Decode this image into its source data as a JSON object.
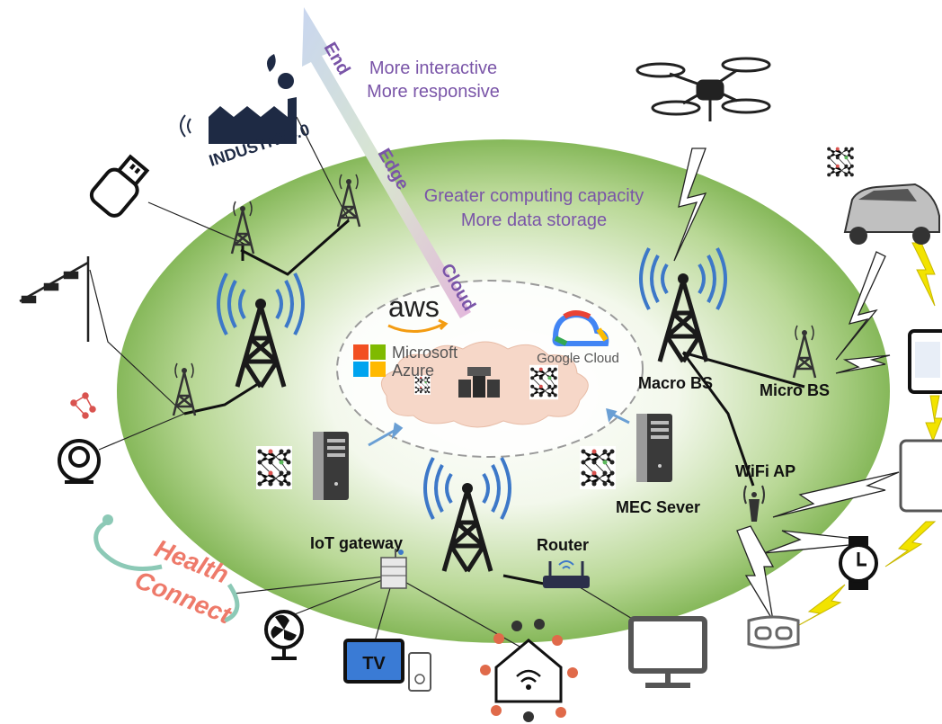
{
  "arrow_levels": {
    "end": "End",
    "edge": "Edge",
    "cloud": "Cloud"
  },
  "benefits": {
    "end_line1": "More interactive",
    "end_line2": "More responsive",
    "cloud_line1": "Greater computing capacity",
    "cloud_line2": "More data storage"
  },
  "providers": {
    "aws": "aws",
    "azure_line1": "Microsoft",
    "azure_line2": "Azure",
    "google": "Google Cloud"
  },
  "labels": {
    "macro_bs": "Macro BS",
    "micro_bs": "Micro BS",
    "wifi_ap": "WiFi AP",
    "mec_server": "MEC Sever",
    "iot_gateway": "IoT gateway",
    "router": "Router"
  },
  "devices": {
    "industry": "INDUSTRY4.0",
    "tv": "TV",
    "health_line1": "Health",
    "health_line2": "Connect"
  },
  "colors": {
    "ellipse_center": "#ffffff",
    "ellipse_edge": "#86b85a",
    "arrow_top": "#c9d6ef",
    "arrow_bottom": "#e3b8dc",
    "purple_text": "#7a55a8",
    "signal_blue": "#3d78c8",
    "lightning_yellow": "#f2e300",
    "health_pink": "#ee7a6a",
    "health_teal": "#8cc9b6",
    "cloud_fill": "#f6d7c8"
  }
}
